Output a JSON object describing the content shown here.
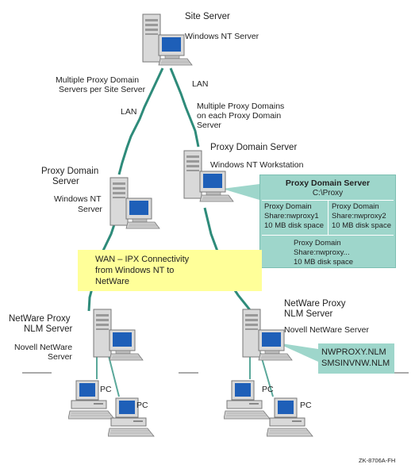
{
  "site_server": {
    "title": "Site Server",
    "os": "Windows NT Server"
  },
  "links": {
    "lan_left": "LAN",
    "lan_right": "LAN",
    "multi_site": [
      "Multiple Proxy Domain",
      "Servers per Site Server"
    ],
    "multi_each": [
      "Multiple Proxy Domains",
      "on each Proxy Domain",
      "Server"
    ]
  },
  "proxy_left": {
    "title": [
      "Proxy Domain",
      "Server"
    ],
    "os": [
      "Windows NT",
      "Server"
    ]
  },
  "proxy_right": {
    "title": "Proxy Domain Server",
    "os": "Windows NT Workstation"
  },
  "callout": {
    "title": "Proxy Domain Server",
    "path": "C:\\Proxy",
    "cells": [
      [
        "Proxy Domain",
        "Share:nwproxy1",
        "10 MB disk space"
      ],
      [
        "Proxy Domain",
        "Share:nwproxy2",
        "10 MB disk space"
      ],
      [
        "Proxy Domain",
        "Share:nwproxy...",
        "10 MB disk space"
      ]
    ]
  },
  "wan": [
    "WAN – IPX Connectivity",
    "from Windows NT to",
    "NetWare"
  ],
  "netware_left": {
    "title": [
      "NetWare Proxy",
      "NLM Server"
    ],
    "os": [
      "Novell NetWare",
      "Server"
    ]
  },
  "netware_right": {
    "title": [
      "NetWare Proxy",
      "NLM Server"
    ],
    "os": "Novell NetWare Server"
  },
  "nlm_files": [
    "NWPROXY.NLM",
    "SMSINVNW.NLM"
  ],
  "pc_label": "PC",
  "figure_id": "ZK-8706A-FH",
  "colors": {
    "link": "#2e8b7a",
    "callout": "#9ed6cb",
    "wan": "#ffff99",
    "screen": "#1e5fb8",
    "case": "#d9d9d9"
  }
}
